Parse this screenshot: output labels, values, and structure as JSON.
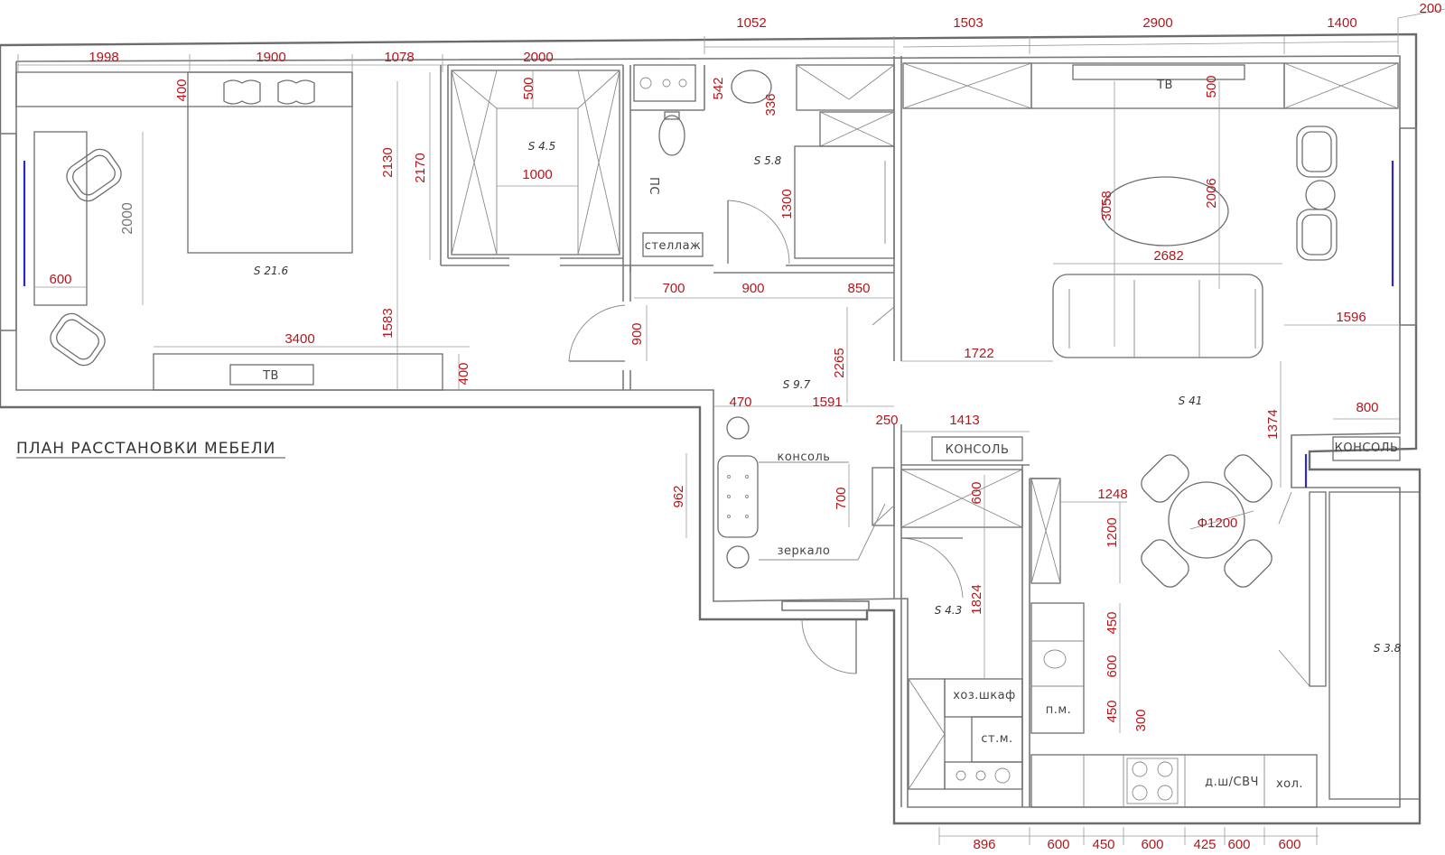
{
  "title": "ПЛАН  РАССТАНОВКИ  МЕБЕЛИ",
  "areas": {
    "bedroom": "S 21.6",
    "wardrobe": "S 4.5",
    "bathroom": "S 5.8",
    "hall": "S 9.7",
    "laundry": "S 4.3",
    "living": "S 41",
    "balcony": "S 3.8"
  },
  "labels": {
    "tv_top": "ТВ",
    "tv_bottom": "ТВ",
    "shelf": "стеллаж",
    "ps": "ПС",
    "console_hall": "консоль",
    "console_mid": "КОНСОЛЬ",
    "console_right": "КОНСОЛЬ",
    "mirror": "зеркало",
    "closet": "хоз.шкаф",
    "washer": "ст.м.",
    "dishwasher": "п.м.",
    "fridge_micro": "д.ш/СВЧ",
    "fridge": "хол."
  },
  "dimensions": {
    "top": [
      "1998",
      "1900",
      "1078",
      "2000",
      "1052",
      "1503",
      "2900",
      "1400",
      "200"
    ],
    "bottom": [
      "896",
      "600",
      "450",
      "600",
      "425",
      "600",
      "600"
    ],
    "d400a": "400",
    "d2000": "2000",
    "d600": "600",
    "d3400": "3400",
    "d400b": "400",
    "d2130": "2130",
    "d1583": "1583",
    "d2170": "2170",
    "d500a": "500",
    "d1000": "1000",
    "d542": "542",
    "d336": "336",
    "d1300": "1300",
    "d700a": "700",
    "d900a": "900",
    "d850": "850",
    "d900b": "900",
    "d2265": "2265",
    "d470": "470",
    "d1591": "1591",
    "d250": "250",
    "d962": "962",
    "d700b": "700",
    "d1413": "1413",
    "d600b": "600",
    "d1824": "1824",
    "d500b": "500",
    "d3058": "3058",
    "d2006": "2006",
    "d2682": "2682",
    "d1722": "1722",
    "d1596": "1596",
    "d1374": "1374",
    "d800": "800",
    "d1248": "1248",
    "d1200": "1200",
    "dphi": "Ф1200",
    "d450a": "450",
    "d600c": "600",
    "d450b": "450",
    "d300": "300"
  }
}
